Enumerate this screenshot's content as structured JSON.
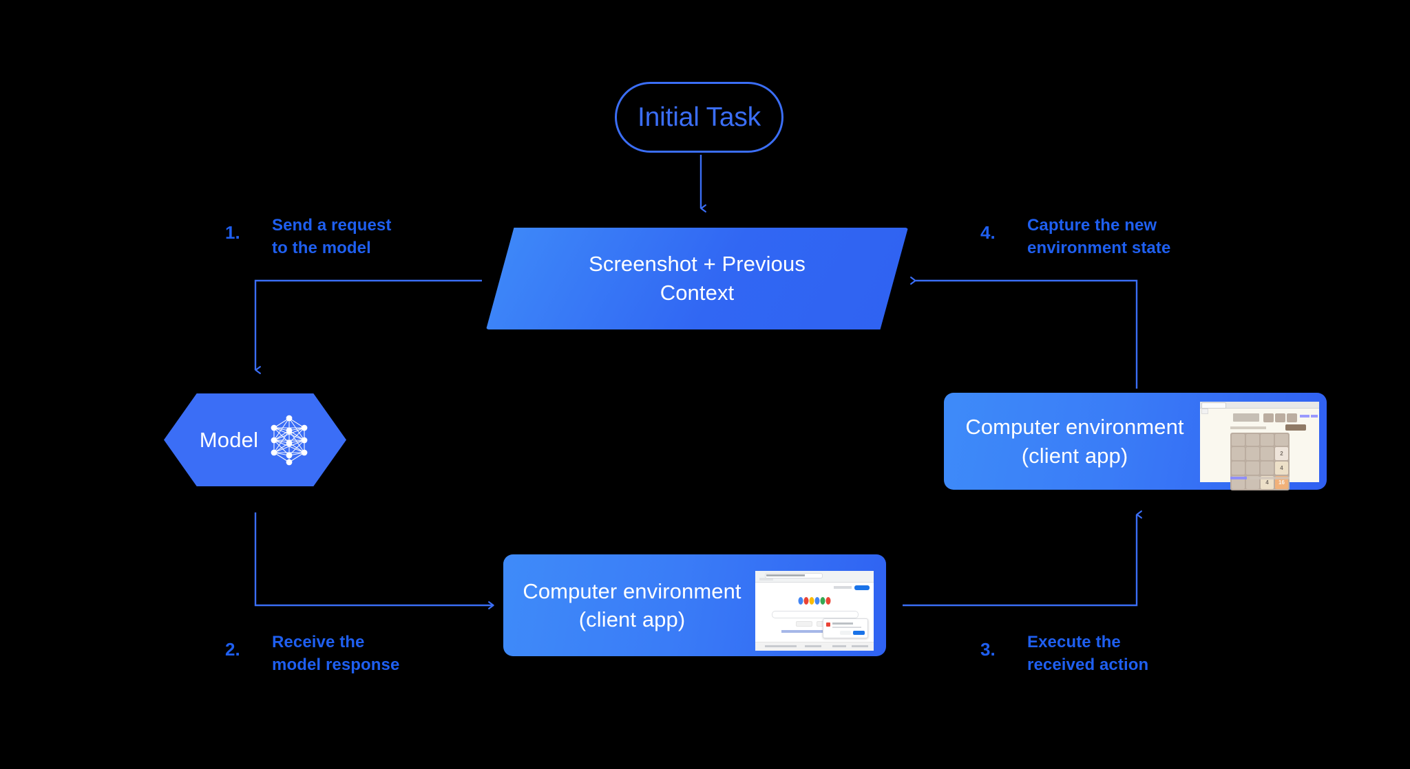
{
  "background_color": "#000000",
  "accent_color": "#3b6ef6",
  "label_color": "#1f5ff0",
  "node_text_color": "#ffffff",
  "initial_task": {
    "label": "Initial Task"
  },
  "screenshot_context": {
    "line1": "Screenshot + Previous",
    "line2": "Context"
  },
  "model": {
    "label": "Model",
    "icon": "neural-network-icon"
  },
  "env_right": {
    "line1": "Computer environment",
    "line2": "(client app)",
    "thumbnail": {
      "kind": "2048-game-screenshot",
      "title": "2048.org",
      "button": "New Game",
      "tiles": [
        "",
        "",
        "",
        "",
        "",
        "",
        "",
        "2",
        "",
        "",
        "",
        "4",
        "",
        "",
        "4",
        "16"
      ]
    }
  },
  "env_bottom": {
    "line1": "Computer environment",
    "line2": "(client app)",
    "thumbnail": {
      "kind": "google-search-screenshot",
      "logo": "google-logo"
    }
  },
  "steps": [
    {
      "num": "1.",
      "text": "Send a request\nto the model"
    },
    {
      "num": "2.",
      "text": "Receive the\nmodel response"
    },
    {
      "num": "3.",
      "text": "Execute the\nreceived action"
    },
    {
      "num": "4.",
      "text": "Capture the new\nenvironment state"
    }
  ],
  "arrows": [
    {
      "name": "initial-task-to-context",
      "from": "Initial Task",
      "to": "Screenshot + Previous Context"
    },
    {
      "name": "context-to-model",
      "from": "Screenshot + Previous Context",
      "to": "Model",
      "step": "1."
    },
    {
      "name": "model-to-client-app",
      "from": "Model",
      "to": "Computer environment (client app)",
      "step": "2."
    },
    {
      "name": "client-app-to-environment",
      "from": "Computer environment (client app)",
      "to": "Computer environment (client app)",
      "step": "3."
    },
    {
      "name": "environment-to-context",
      "from": "Computer environment (client app)",
      "to": "Screenshot + Previous Context",
      "step": "4."
    }
  ]
}
